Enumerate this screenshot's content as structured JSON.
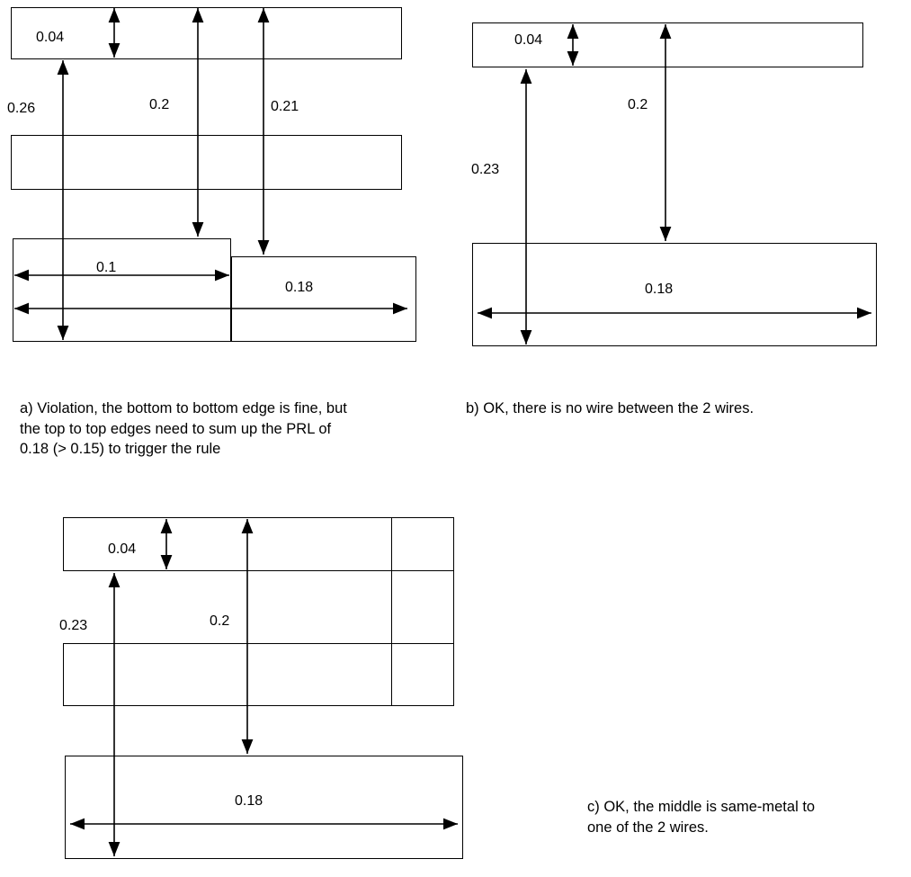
{
  "figure_a": {
    "caption_lines": [
      "a) Violation, the bottom to bottom edge is fine, but",
      "the top to top edges need to sum up the PRL of",
      "0.18 (> 0.15) to trigger the rule"
    ],
    "dims": {
      "wire_width": "0.04",
      "bottom_to_bottom": "0.26",
      "top_to_top_left": "0.2",
      "top_to_top_right": "0.21",
      "prl_left": "0.1",
      "prl_total": "0.18"
    }
  },
  "figure_b": {
    "caption_lines": [
      "b) OK, there is no wire between the 2 wires."
    ],
    "dims": {
      "wire_width": "0.04",
      "bottom_to_bottom": "0.23",
      "top_to_top": "0.2",
      "width": "0.18"
    }
  },
  "figure_c": {
    "caption_lines": [
      "c) OK, the middle is same-metal to",
      "one of the 2 wires."
    ],
    "dims": {
      "wire_width": "0.04",
      "bottom_to_bottom": "0.23",
      "top_to_top": "0.2",
      "width": "0.18"
    }
  },
  "colors": {
    "line": "#000000",
    "background": "#ffffff"
  }
}
